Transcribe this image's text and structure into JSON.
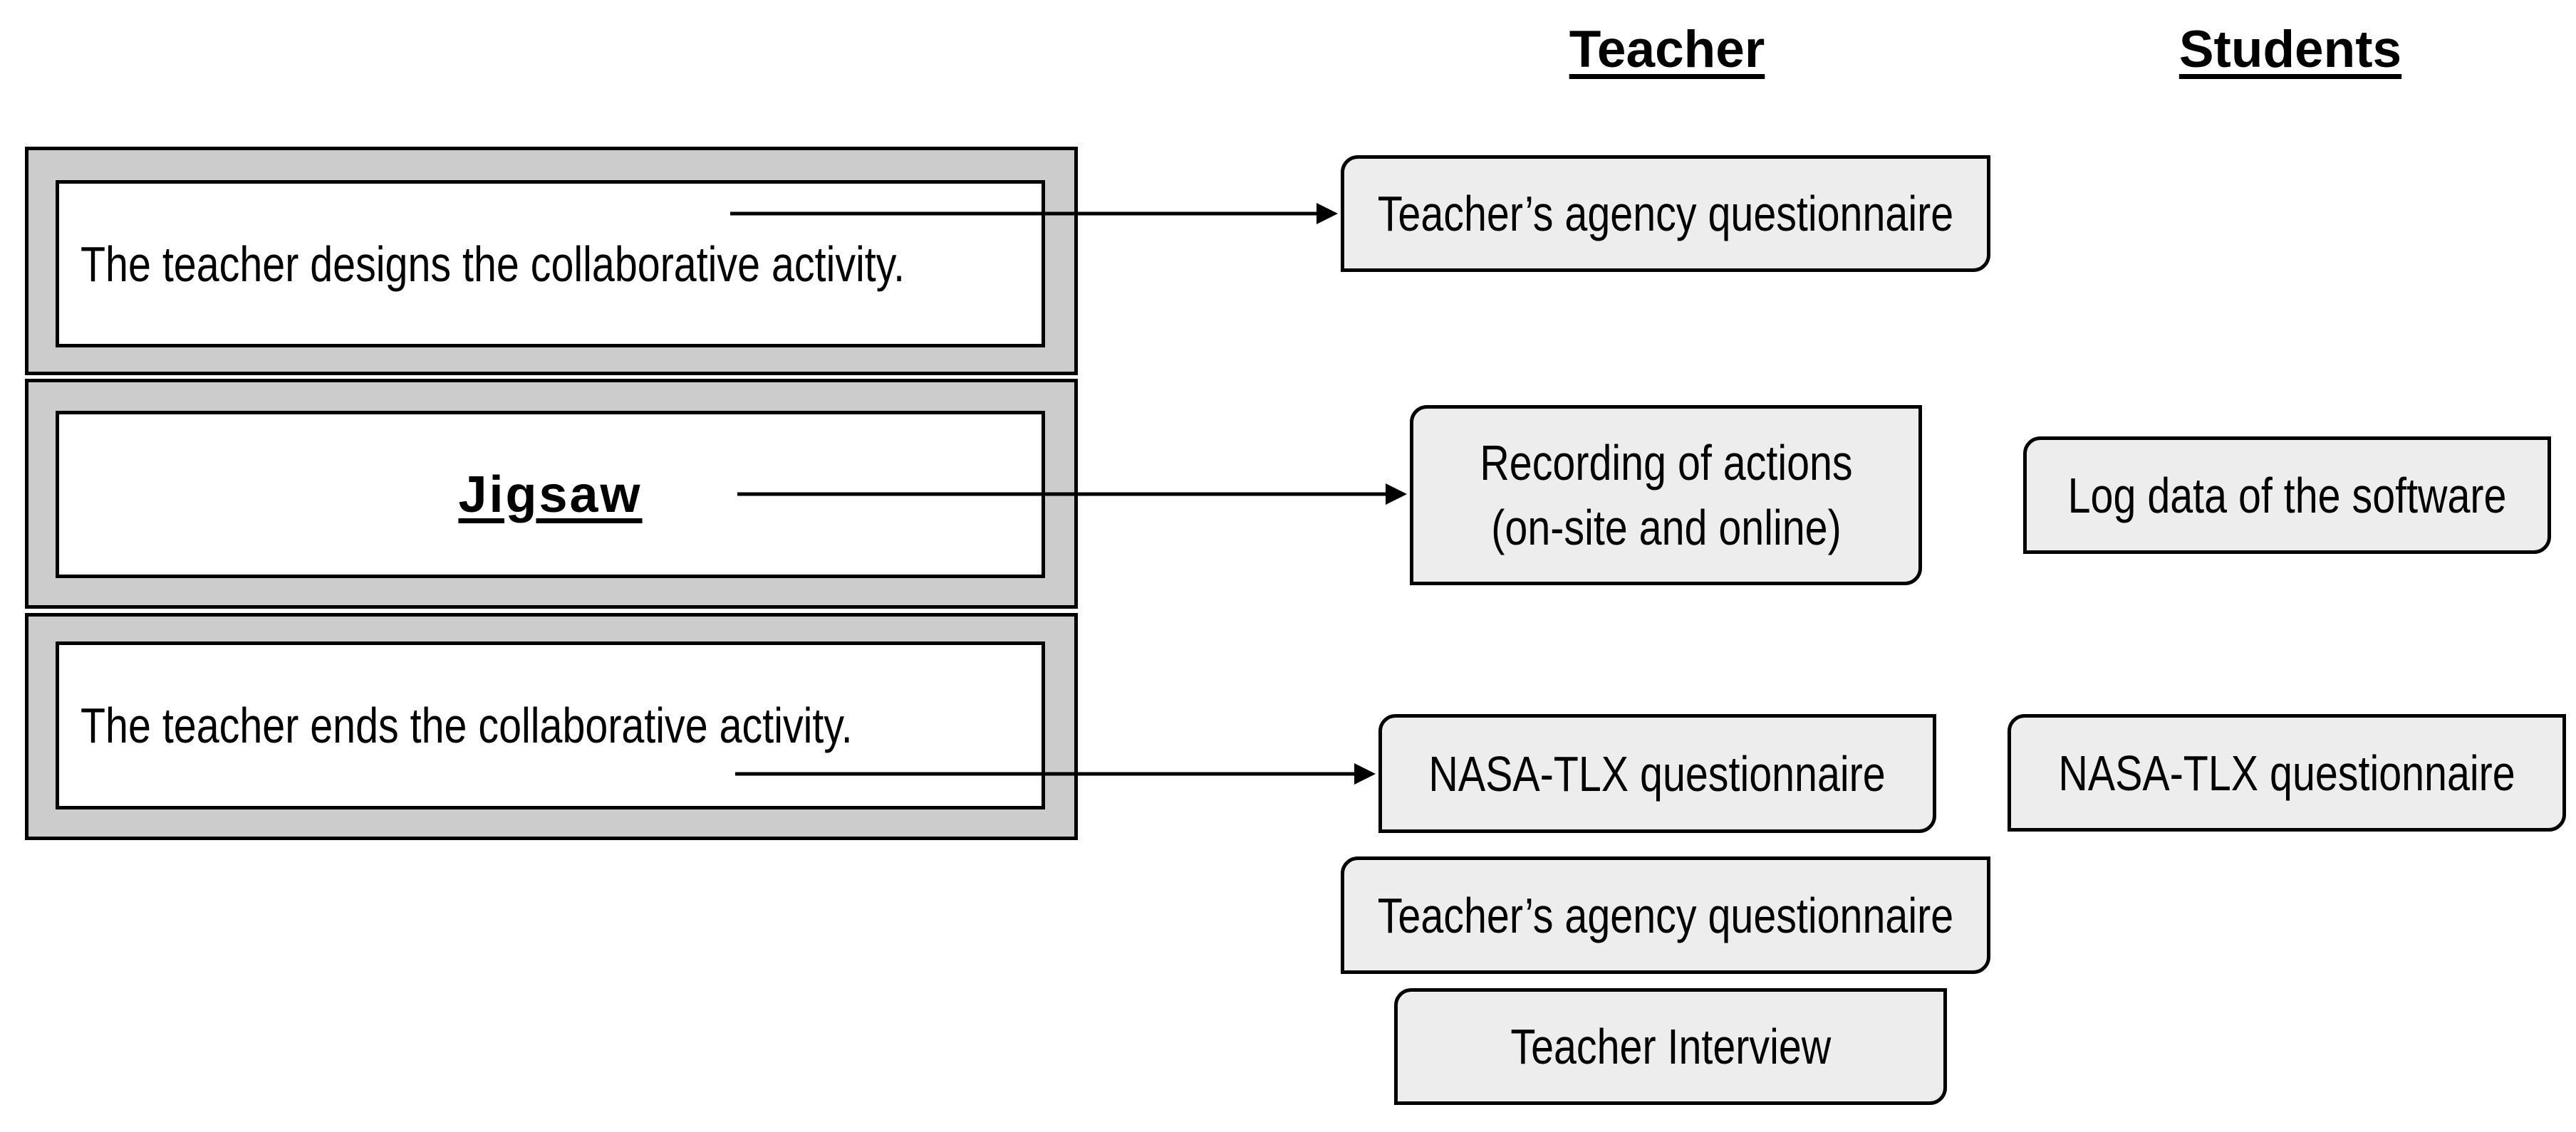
{
  "headers": {
    "teacher": "Teacher",
    "students": "Students"
  },
  "process_rows": [
    {
      "text": "The teacher designs the collaborative activity."
    },
    {
      "text": "Jigsaw"
    },
    {
      "text": "The teacher ends the collaborative activity."
    }
  ],
  "teacher_boxes": [
    {
      "text": "Teacher’s agency questionnaire"
    },
    {
      "text": "Recording of actions (on-site and online)"
    },
    {
      "text": "NASA-TLX questionnaire"
    },
    {
      "text": "Teacher’s agency questionnaire"
    },
    {
      "text": "Teacher Interview"
    }
  ],
  "student_boxes": [
    {
      "text": "Log data of the software"
    },
    {
      "text": "NASA-TLX questionnaire"
    }
  ],
  "colors": {
    "process_cell_fill": "#cccccc",
    "measure_box_fill": "#ededed",
    "line": "#000000",
    "background": "#ffffff"
  }
}
